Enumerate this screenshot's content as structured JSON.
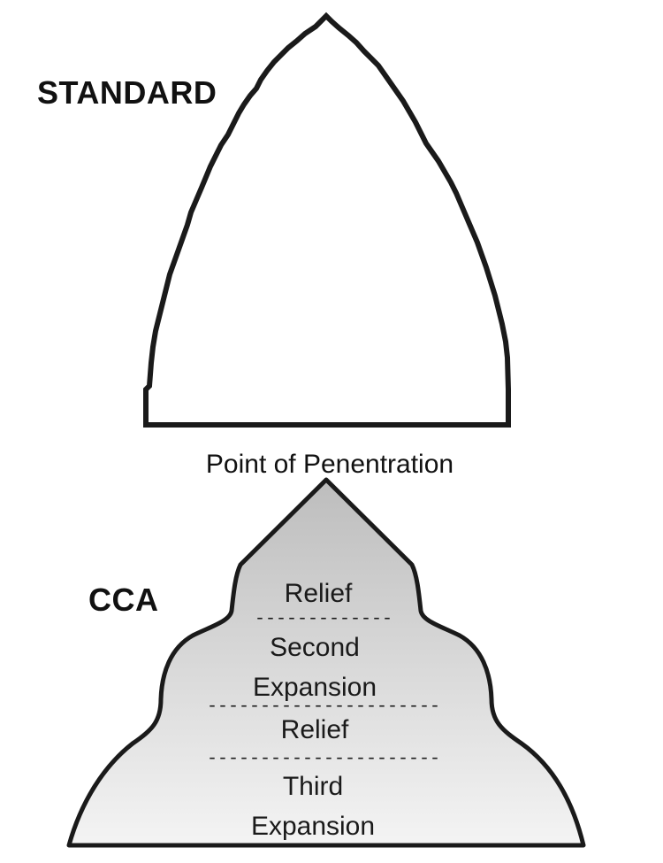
{
  "standard": {
    "heading": "STANDARD"
  },
  "cca": {
    "heading": "CCA",
    "point_label": "Point of Penentration",
    "regions": [
      {
        "label_line1": "Relief",
        "label_line2": ""
      },
      {
        "label_line1": "Second",
        "label_line2": "Expansion"
      },
      {
        "label_line1": "Relief",
        "label_line2": ""
      },
      {
        "label_line1": "Third",
        "label_line2": "Expansion"
      }
    ],
    "dividers": [
      "-------------",
      "----------------------",
      "----------------------"
    ],
    "fill_top": "#bdbdbd",
    "fill_bottom": "#f4f4f4",
    "outline_color": "#1a1a1a"
  }
}
